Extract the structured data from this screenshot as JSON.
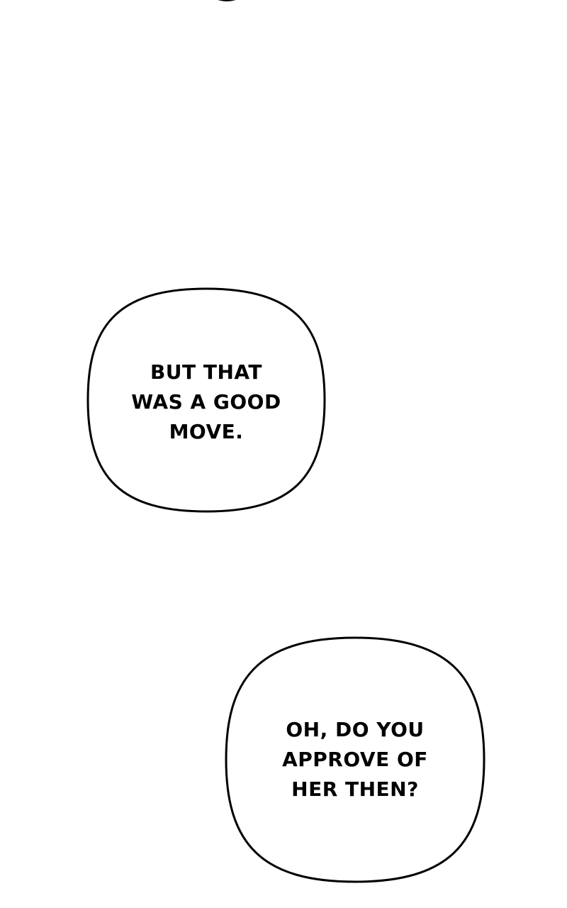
{
  "panel": {
    "background": "#ffffff",
    "top_fragment": "dark arc of previous panel element"
  },
  "bubbles": [
    {
      "lines": [
        "BUT THAT",
        "WAS A GOOD",
        "MOVE."
      ]
    },
    {
      "lines": [
        "OH, DO YOU",
        "APPROVE OF",
        "HER THEN?"
      ]
    }
  ]
}
